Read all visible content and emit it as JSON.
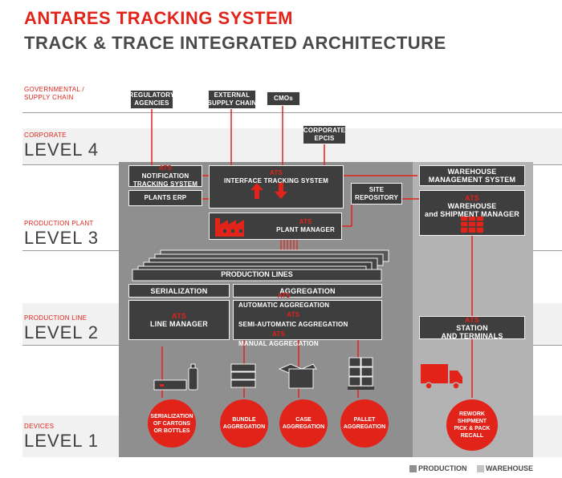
{
  "title": "ANTARES TRACKING SYSTEM",
  "subtitle": "TRACK & TRACE INTEGRATED ARCHITECTURE",
  "levels": [
    {
      "category": "GOVERNMENTAL /\nSUPPLY CHAIN",
      "level": ""
    },
    {
      "category": "CORPORATE",
      "level": "LEVEL 4"
    },
    {
      "category": "PRODUCTION PLANT",
      "level": "LEVEL 3"
    },
    {
      "category": "PRODUCTION LINE",
      "level": "LEVEL 2"
    },
    {
      "category": "DEVICES",
      "level": "LEVEL 1"
    }
  ],
  "top_boxes": {
    "regulatory": "REGULATORY\nAGENCIES",
    "external": "EXTERNAL\nSUPPLY CHAIN",
    "cmos": "CMOs",
    "corporate_epcis": "CORPORATE\nEPCIS"
  },
  "production": {
    "ats_tag": "ATS",
    "notification_a": "NOTIFICATION",
    "notification_b": "TRACKING SYSTEM",
    "plants_erp": "PLANTS ERP",
    "interface": "INTERFACE TRACKING SYSTEM",
    "site_repository": "SITE\nREPOSITORY",
    "plant_manager": "PLANT MANAGER",
    "production_lines": "PRODUCTION LINES",
    "serialization": "SERIALIZATION",
    "aggregation": "AGGREGATION",
    "line_manager": "LINE MANAGER",
    "agg_automatic": "AUTOMATIC AGGREGATION",
    "agg_semi": "SEMI-AUTOMATIC AGGREGATION",
    "agg_manual": "MANUAL AGGREGATION"
  },
  "warehouse": {
    "wms_a": "WAREHOUSE",
    "wms_b": "MANAGEMENT SYSTEM",
    "ship_a": "WAREHOUSE",
    "ship_b": "and SHIPMENT MANAGER",
    "station_a": "STATION",
    "station_b": "AND TERMINALS"
  },
  "devices": [
    "SERIALIZATION\nOF CARTONS\nOR BOTTLES",
    "BUNDLE\nAGGREGATION",
    "CASE\nAGGREGATION",
    "PALLET\nAGGREGATION",
    "REWORK\nSHIPMENT\nPICK & PACK\nRECALL"
  ],
  "legend": {
    "production": "PRODUCTION",
    "warehouse": "WAREHOUSE"
  },
  "colors": {
    "accent": "#e2231a",
    "production": "#8f8f8f",
    "warehouse": "#b3b3b3",
    "box": "#3e3e3e"
  }
}
